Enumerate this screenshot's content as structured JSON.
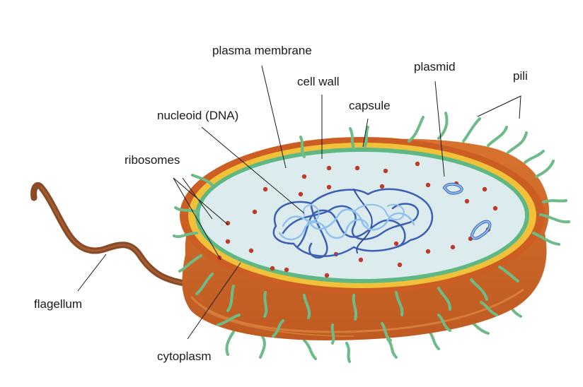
{
  "labels": {
    "plasma_membrane": "plasma membrane",
    "cell_wall": "cell wall",
    "capsule": "capsule",
    "plasmid": "plasmid",
    "pili": "pili",
    "nucleoid": "nucleoid (DNA)",
    "ribosomes": "ribosomes",
    "flagellum": "flagellum",
    "cytoplasm": "cytoplasm"
  },
  "colors": {
    "capsule_outer": "#cc5e23",
    "cell_wall": "#f2c13a",
    "membrane": "#5fb883",
    "cytoplasm": "#dcecee",
    "ribosome": "#c0392b",
    "dna_dark": "#3a5fb5",
    "dna_light": "#8fc0ee",
    "pili": "#6dbb86",
    "flagellum": "#8a4a25"
  }
}
